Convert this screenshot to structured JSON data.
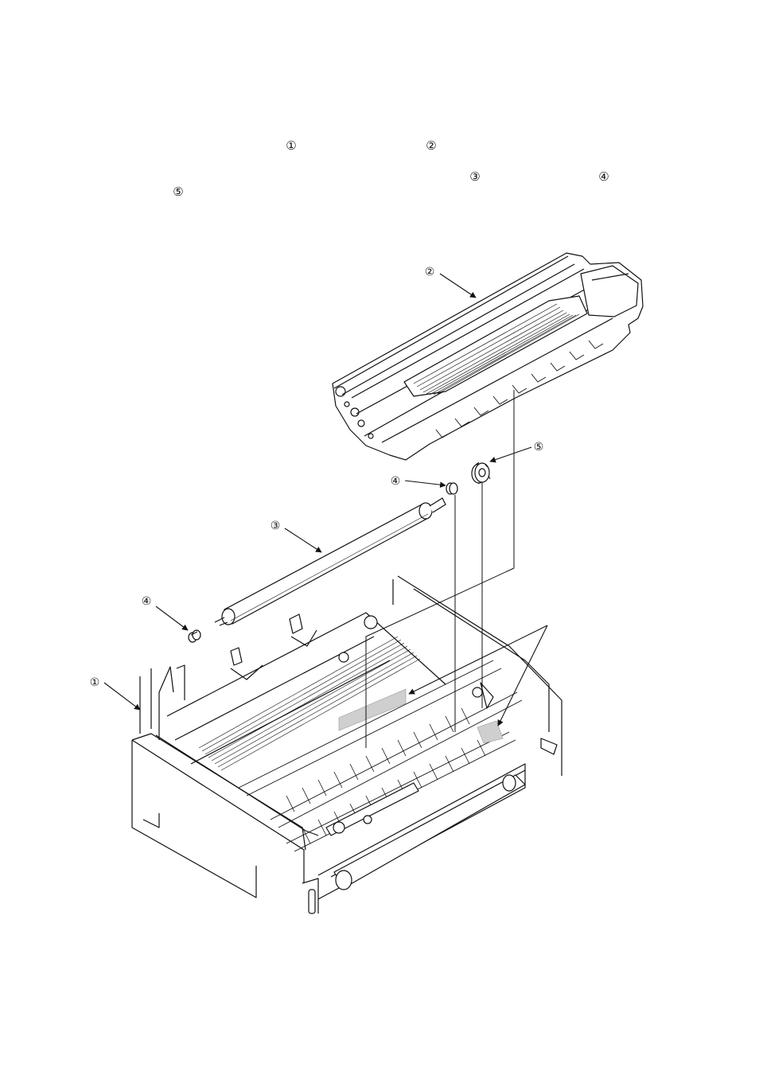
{
  "text_markers": {
    "m1": "①",
    "m2": "②",
    "m3": "③",
    "m4": "④",
    "m5": "⑤"
  },
  "callouts": {
    "printer": "①",
    "cartridge": "②",
    "roller": "③",
    "bushing_left": "④",
    "bushing_right": "④",
    "gear": "⑤"
  }
}
